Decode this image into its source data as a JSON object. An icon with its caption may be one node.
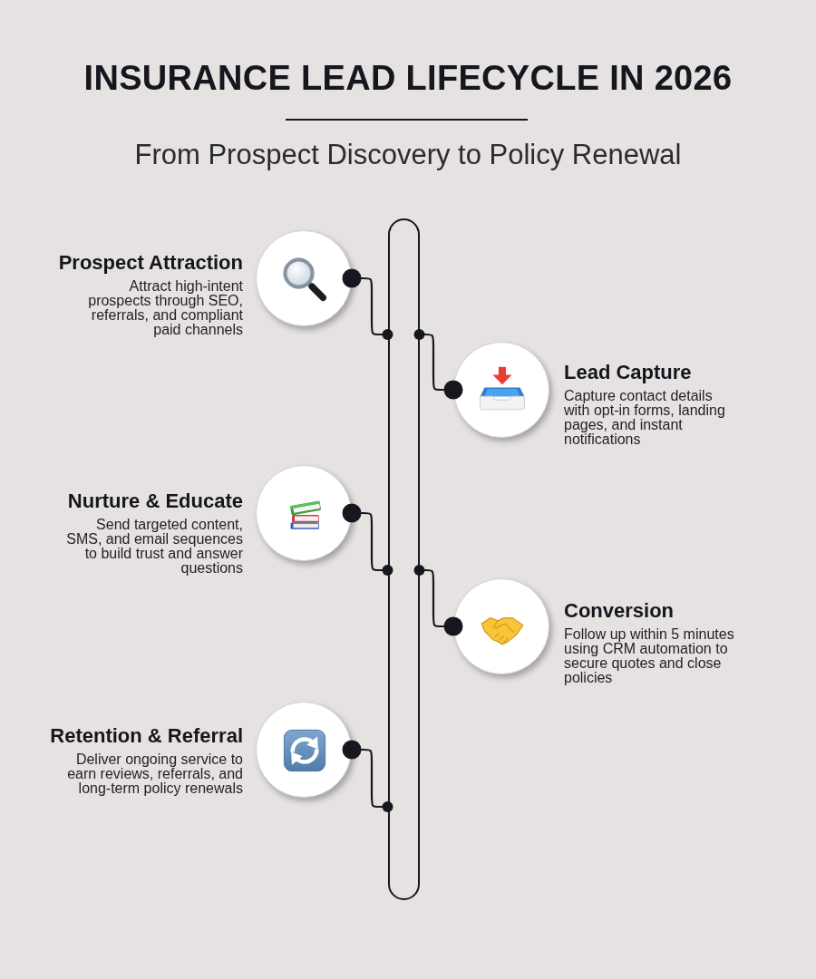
{
  "diagram": {
    "title": "INSURANCE LEAD LIFECYCLE IN 2026",
    "nodes": [
      {
        "text": [
          "Prospect Attraction",
          "Attract high-intent prospects through SEO, referrals, and compliant paid channels"
        ]
      },
      {
        "text": [
          "Lead Capture",
          "Capture contact details with opt-in forms, landing pages, and instant notifications"
        ]
      },
      {
        "text": [
          "Nurture & Educate",
          "Send targeted content, SMS, and email sequences to build trust and answer questions"
        ]
      },
      {
        "text": [
          "Conversion",
          "Follow up within 5 minutes using CRM automation to secure quotes and close policies"
        ]
      },
      {
        "text": [
          "Retention & Referral",
          "Deliver ongoing service to earn reviews, referrals, and long-term policy renewals"
        ]
      },
      {
        "text": [],
        "shape": "bar"
      }
    ],
    "edges": [
      {
        "from": 0,
        "to": 5,
        "arrow": "other"
      },
      {
        "from": 5,
        "to": 1,
        "arrow": "other"
      },
      {
        "from": 2,
        "to": 5,
        "arrow": "other"
      },
      {
        "from": 5,
        "to": 3,
        "arrow": "other"
      },
      {
        "from": 4,
        "to": 5,
        "arrow": "other"
      }
    ],
    "labels": [
      "From Prospect Discovery to Policy Renewal"
    ]
  }
}
